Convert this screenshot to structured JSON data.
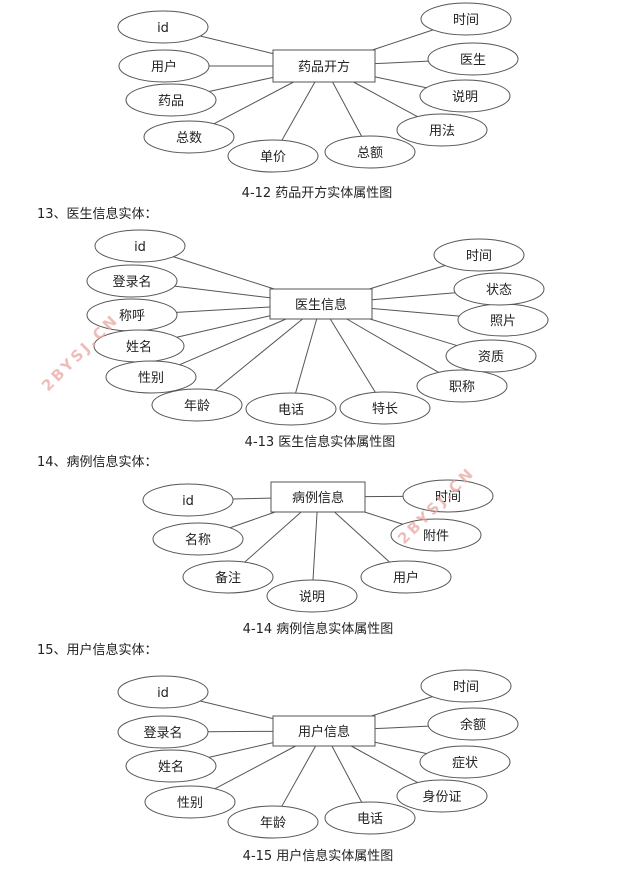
{
  "watermark": "2BYSJ.CN",
  "diagrams": [
    {
      "heading": "",
      "caption": "4-12 药品开方实体属性图",
      "entity": "药品开方",
      "attributes": [
        "id",
        "用户",
        "药品",
        "总数",
        "单价",
        "总额",
        "用法",
        "说明",
        "医生",
        "时间"
      ]
    },
    {
      "heading": "13、医生信息实体：",
      "caption": "4-13 医生信息实体属性图",
      "entity": "医生信息",
      "attributes": [
        "id",
        "登录名",
        "称呼",
        "姓名",
        "性别",
        "年龄",
        "电话",
        "特长",
        "职称",
        "资质",
        "照片",
        "状态",
        "时间"
      ]
    },
    {
      "heading": "14、病例信息实体：",
      "caption": "4-14 病例信息实体属性图",
      "entity": "病例信息",
      "attributes": [
        "id",
        "名称",
        "备注",
        "说明",
        "用户",
        "附件",
        "时间"
      ]
    },
    {
      "heading": "15、用户信息实体：",
      "caption": "4-15 用户信息实体属性图",
      "entity": "用户信息",
      "attributes": [
        "id",
        "登录名",
        "姓名",
        "性别",
        "年龄",
        "电话",
        "身份证",
        "症状",
        "余额",
        "时间"
      ]
    }
  ]
}
